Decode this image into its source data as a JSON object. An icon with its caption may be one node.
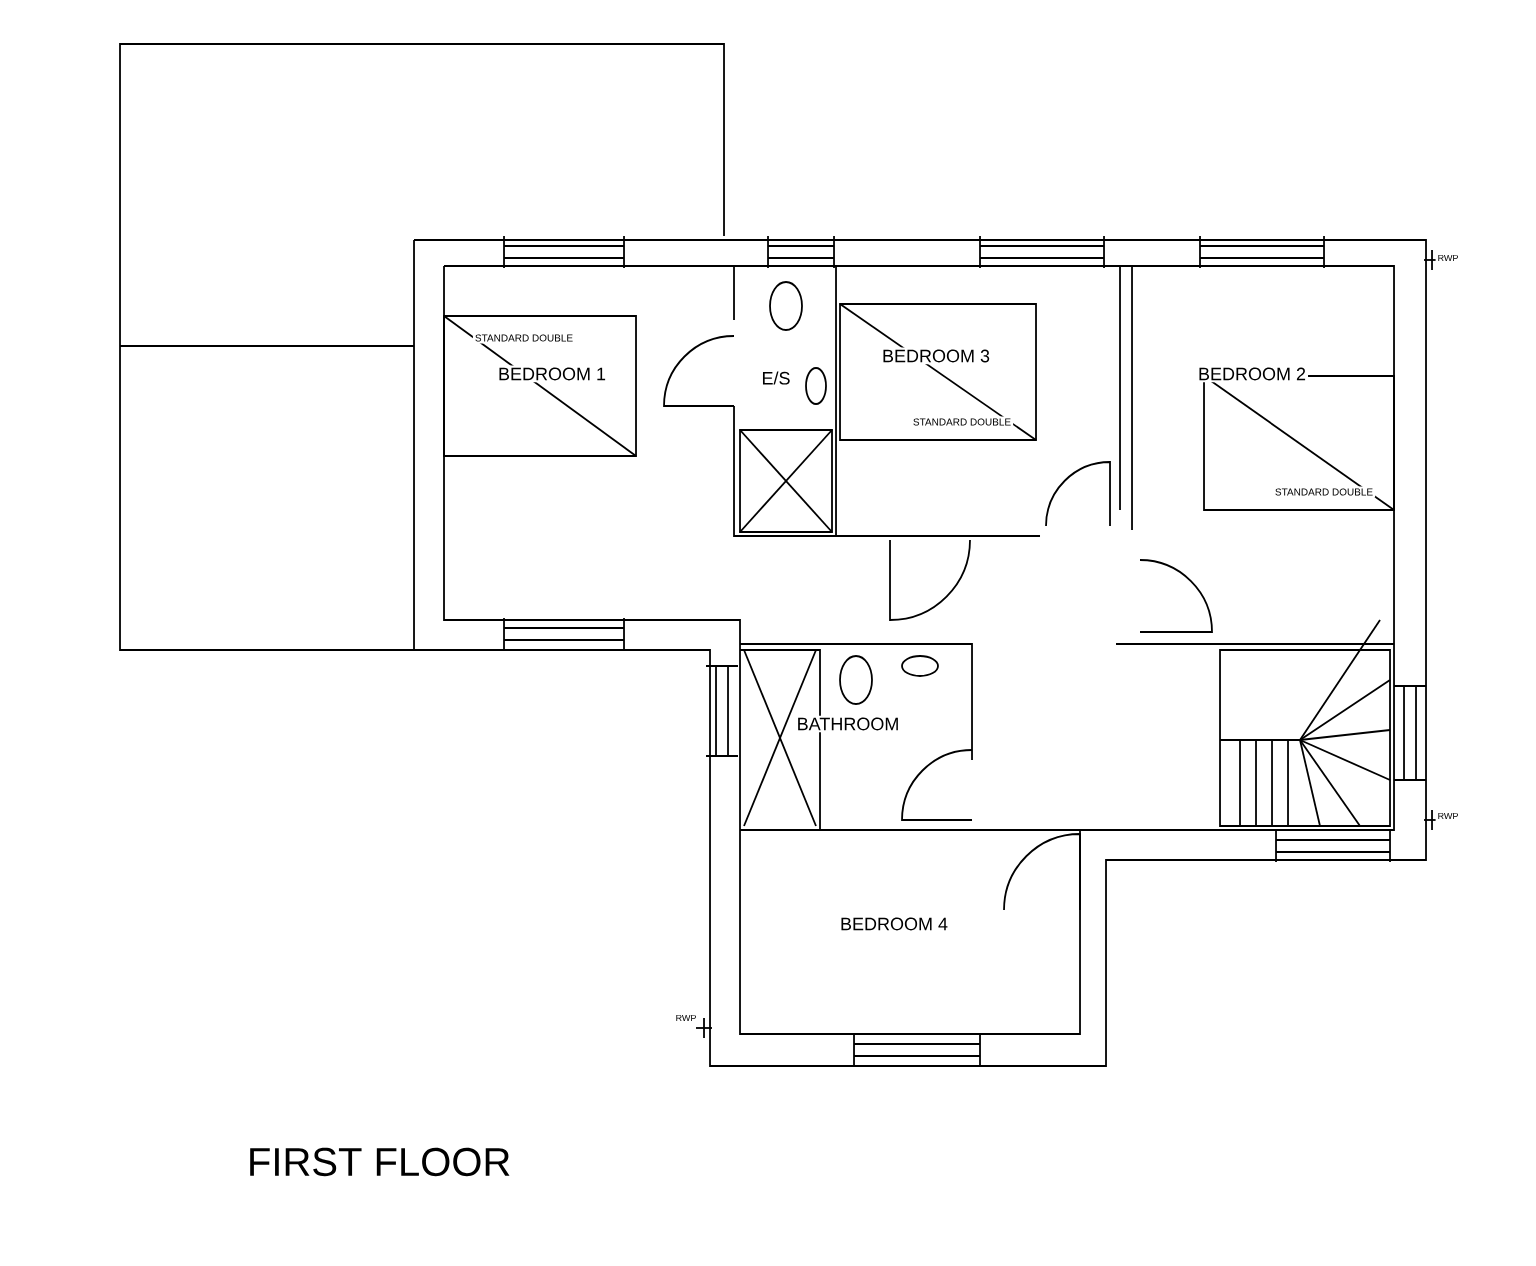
{
  "diagram": {
    "title": "FIRST FLOOR",
    "labels": [
      "RWP",
      "STANDARD DOUBLE",
      "BEDROOM 3",
      "BEDROOM 1",
      "E/S",
      "BEDROOM 2",
      "STANDARD DOUBLE",
      "STANDARD DOUBLE",
      "BATHROOM",
      "RWP",
      "BEDROOM 4",
      "RWP"
    ]
  }
}
